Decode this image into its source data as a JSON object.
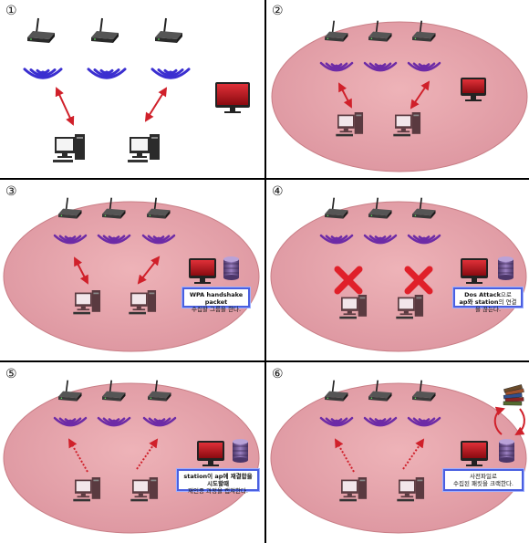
{
  "panels": [
    {
      "number": "①"
    },
    {
      "number": "②"
    },
    {
      "number": "③",
      "caption_bold": "WPA handshake packet",
      "caption_rest": "수집할 그룹을 한다."
    },
    {
      "number": "④",
      "caption_bold": "Dos Attack",
      "caption_mid": "으로",
      "caption_bold2": "ap와 station",
      "caption_rest": "의 연결을 끊는다."
    },
    {
      "number": "⑤",
      "caption_bold": "station이 ap에 재결합을 시도할때",
      "caption_rest": "재인증 과정을 캡쳐한다."
    },
    {
      "number": "⑥",
      "caption_line1": "사전파일로",
      "caption_rest": "수집된 패킷을 크랙한다."
    }
  ],
  "colors": {
    "ellipse": "#e8a4ab",
    "ellipse_edge": "#c97e86",
    "wave": "#3b2fd0",
    "wave_purple": "#6d2ba6",
    "arrow": "#d0202a",
    "monitor": "#c0111b",
    "cross": "#e0202a",
    "db": "#6a4f86",
    "caption_border": "#4a5fe0"
  }
}
